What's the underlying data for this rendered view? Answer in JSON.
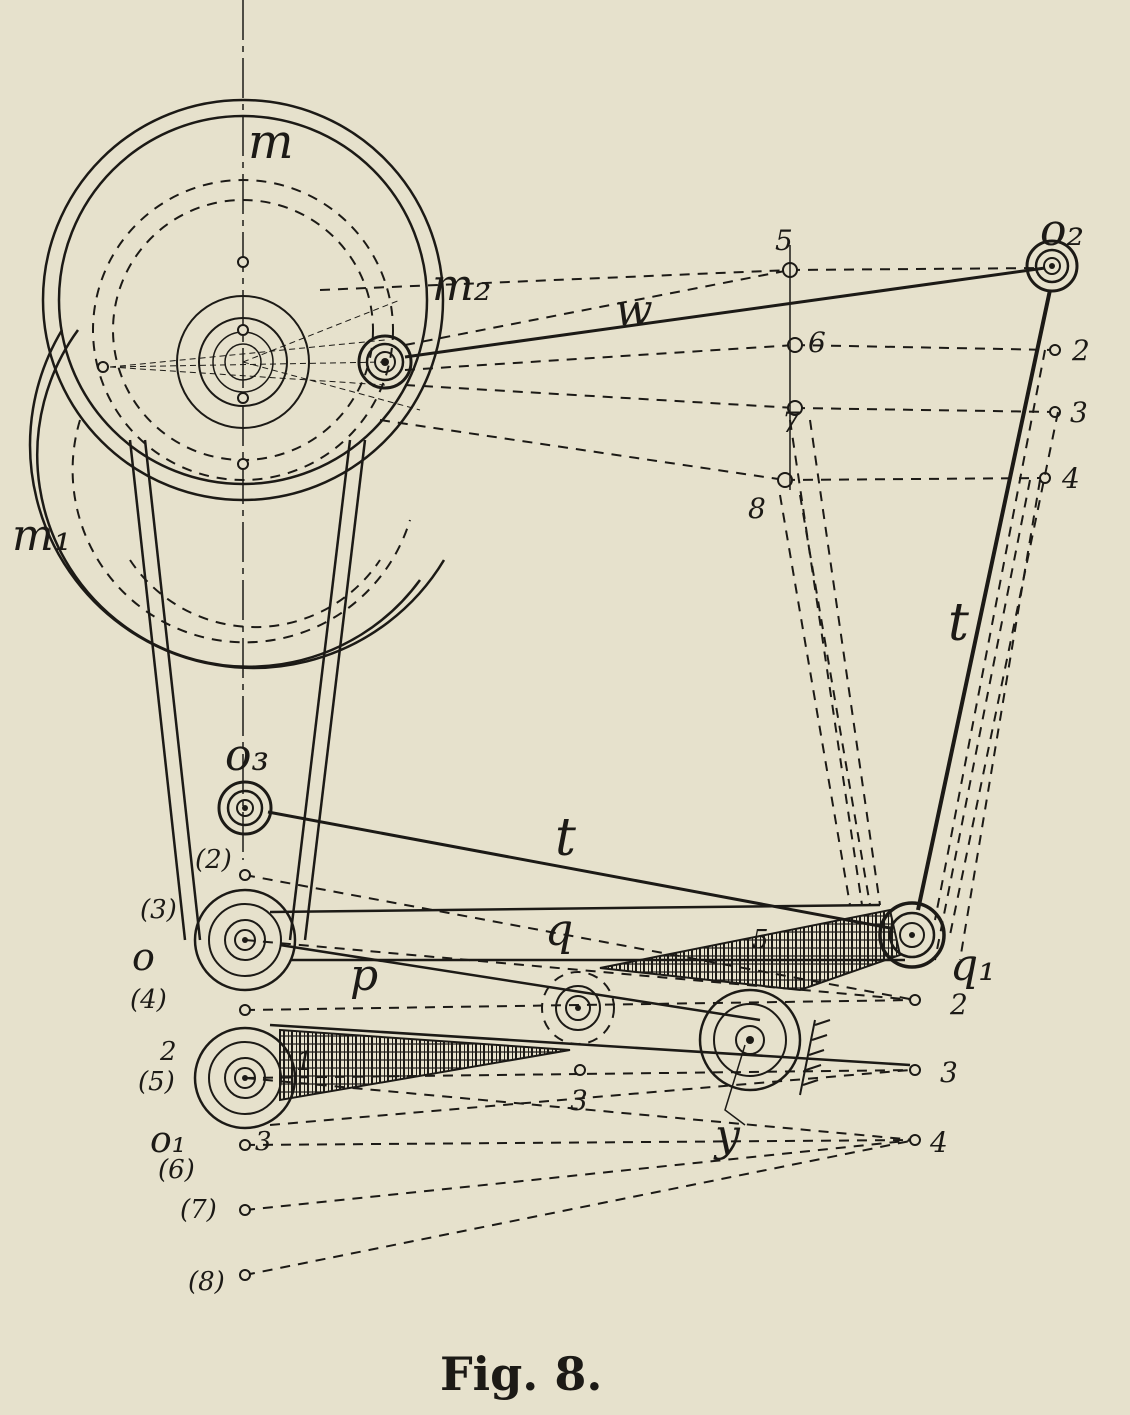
{
  "figure": {
    "caption": "Fig. 8.",
    "labels": {
      "m": "m",
      "m1": "m₁",
      "m2": "m₂",
      "w": "w",
      "o2": "o₂",
      "o3": "o₃",
      "o1": "o₁",
      "t_upper": "t",
      "t_lower": "t",
      "q": "q",
      "q1": "q₁",
      "p": "p",
      "o": "o",
      "y": "y"
    },
    "upper_points": [
      "5",
      "6",
      "7",
      "8"
    ],
    "right_points": [
      "2",
      "3",
      "4"
    ],
    "lever_points_right": [
      "2",
      "3",
      "4"
    ],
    "left_paren_points": [
      "(2)",
      "(3)",
      "(4)",
      "(5)",
      "(6)",
      "(7)",
      "(8)"
    ],
    "left_plain_points": [
      "2",
      "3"
    ],
    "mid_points": [
      "3"
    ],
    "hatch_labels": [
      "5",
      "1"
    ]
  },
  "colors": {
    "ink": "#1c1a16",
    "paper": "#e6e1cc"
  }
}
